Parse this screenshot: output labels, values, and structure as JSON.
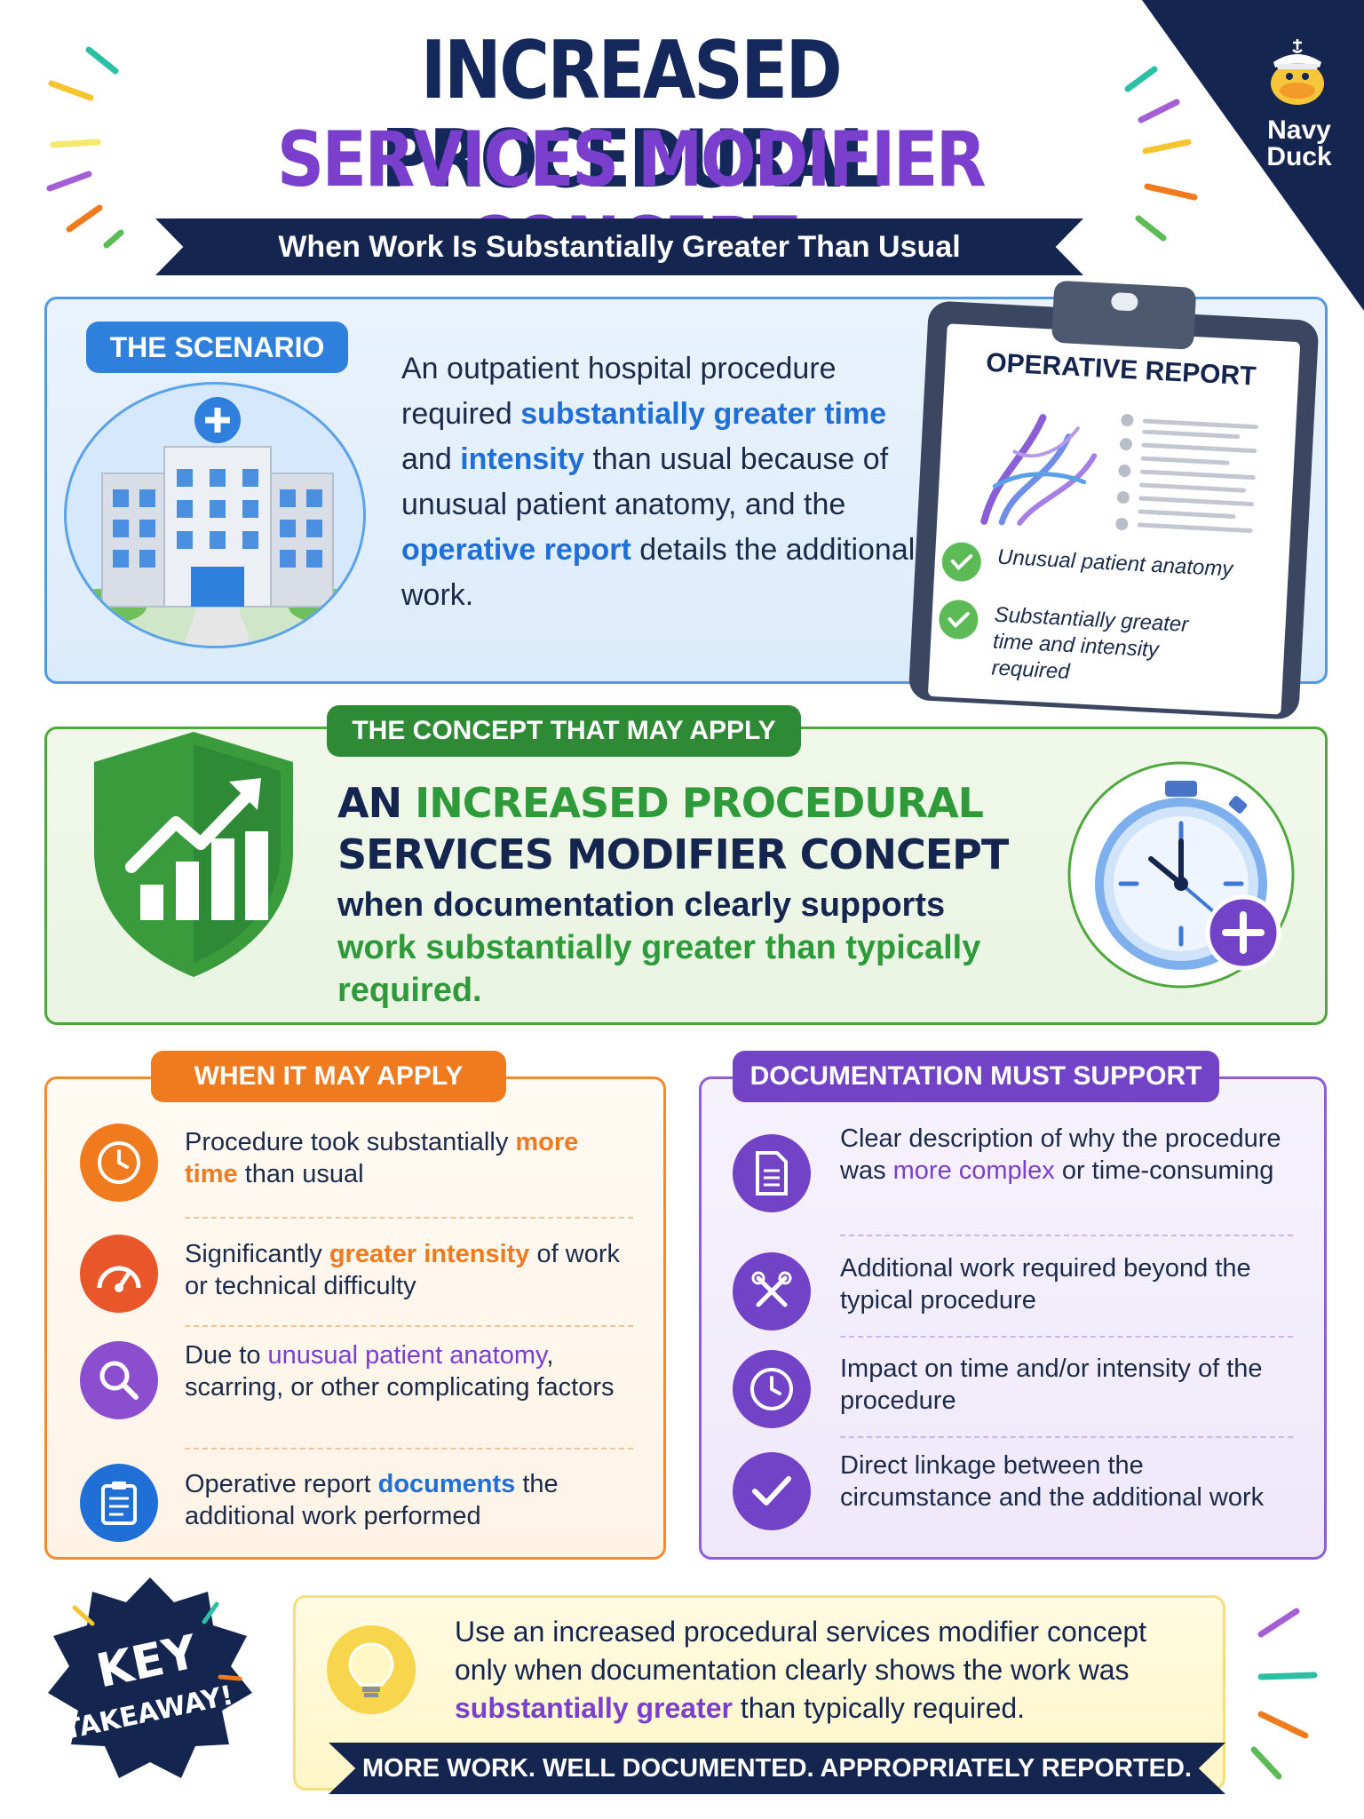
{
  "header": {
    "title_line1": "INCREASED PROCEDURAL",
    "title_line2": "SERVICES MODIFIER CONCEPT",
    "subtitle": "When Work Is Substantially Greater Than Usual",
    "brand": "Navy Duck"
  },
  "scenario": {
    "label": "THE SCENARIO",
    "text": {
      "p1": "An outpatient hospital procedure required ",
      "h1": "substantially greater time",
      "p2": " and ",
      "h2": "intensity",
      "p3": " than usual because of unusual patient anatomy, and the ",
      "h3": "operative report",
      "p4": " details the additional work."
    },
    "report": {
      "title": "OPERATIVE REPORT",
      "checks": [
        "Unusual patient anatomy",
        "Substantially greater time and intensity required"
      ]
    }
  },
  "concept": {
    "label": "THE CONCEPT THAT MAY APPLY",
    "heading": {
      "a": "AN ",
      "b": "INCREASED PROCEDURAL",
      "c": "SERVICES MODIFIER CONCEPT"
    },
    "sub": {
      "a": "when documentation clearly supports ",
      "b": "work substantially greater than typically required."
    }
  },
  "when_apply": {
    "label": "WHEN IT MAY APPLY",
    "items": [
      {
        "icon": "clock-icon",
        "color": "#f07a1e",
        "a": "Procedure took substantially ",
        "h": "more time",
        "b": " than usual"
      },
      {
        "icon": "gauge-icon",
        "color": "#e8562a",
        "a": "Significantly ",
        "h": "greater intensity",
        "b": " of work or technical difficulty"
      },
      {
        "icon": "search-icon",
        "color": "#8a4ecf",
        "a": "Due to ",
        "h": "unusual patient anatomy",
        "b": ", scarring, or other complicating factors"
      },
      {
        "icon": "clipboard-icon",
        "color": "#1f6fd6",
        "a": "Operative report ",
        "h": "documents",
        "b": " the additional work performed"
      }
    ]
  },
  "documentation": {
    "label": "DOCUMENTATION MUST SUPPORT",
    "items": [
      {
        "icon": "document-icon",
        "a": "Clear description of why the procedure was ",
        "h": "more complex",
        "b": " or time-consuming"
      },
      {
        "icon": "tools-icon",
        "a": "Additional work required beyond the typical procedure",
        "h": "",
        "b": ""
      },
      {
        "icon": "clock-icon",
        "a": "Impact on time and/or intensity of the procedure",
        "h": "",
        "b": ""
      },
      {
        "icon": "check-icon",
        "a": "Direct linkage between the circumstance and the additional work",
        "h": "",
        "b": ""
      }
    ]
  },
  "takeaway": {
    "badge_line1": "KEY",
    "badge_line2": "TAKEAWAY!",
    "text_a": "Use an increased procedural services modifier concept only when documentation clearly shows the work was ",
    "text_h": "substantially greater",
    "text_b": " than typically required.",
    "banner": "MORE WORK. WELL DOCUMENTED. APPROPRIATELY REPORTED."
  },
  "colors": {
    "navy": "#14254f",
    "purple": "#7a3fcc",
    "blue": "#2f7fdc",
    "green": "#2e8a35",
    "orange": "#f07a1e"
  }
}
